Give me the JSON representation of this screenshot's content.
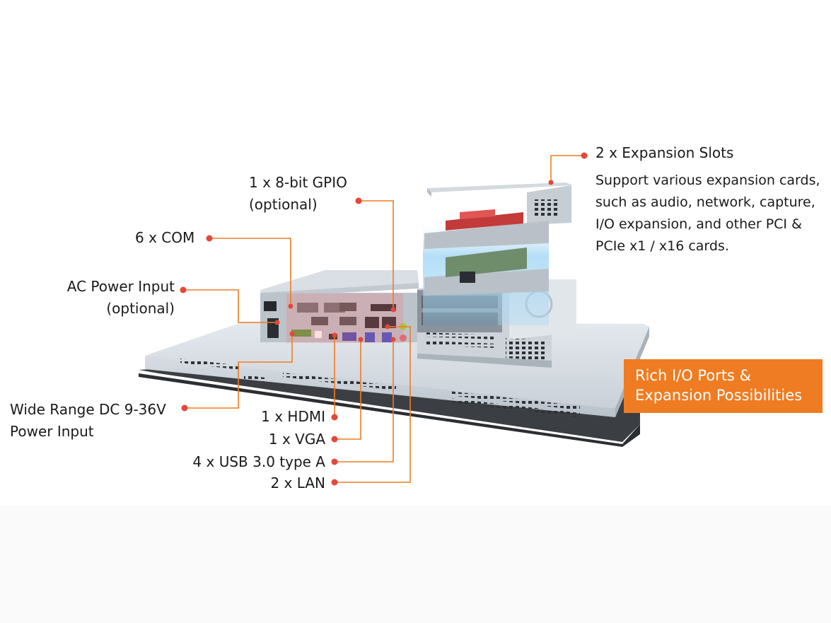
{
  "callouts": {
    "gpio": {
      "line1": "1 x 8-bit GPIO",
      "line2": "(optional)"
    },
    "com": {
      "text": "6 x COM"
    },
    "ac_power": {
      "line1": "AC Power Input",
      "line2": "(optional)"
    },
    "dc_power": {
      "line1": "Wide Range DC 9-36V",
      "line2": "Power Input"
    },
    "hdmi": {
      "text": "1 x HDMI"
    },
    "vga": {
      "text": "1 x VGA"
    },
    "usb": {
      "text": "4 x USB 3.0 type A"
    },
    "lan": {
      "text": "2 x LAN"
    },
    "expansion": {
      "title": "2 x Expansion Slots",
      "desc": [
        "Support various expansion cards,",
        "such as audio, network, capture,",
        "I/O expansion, and other PCI &",
        "PCIe x1 / x16 cards."
      ]
    }
  },
  "badge": {
    "line1": "Rich I/O Ports &",
    "line2": "Expansion Possibilities"
  },
  "colors": {
    "accent": "#ef7c22",
    "dot": "#e5473a",
    "chassis": "#cfd6dc",
    "bezel": "#3b3f44",
    "glow": "#9fd3f2"
  }
}
